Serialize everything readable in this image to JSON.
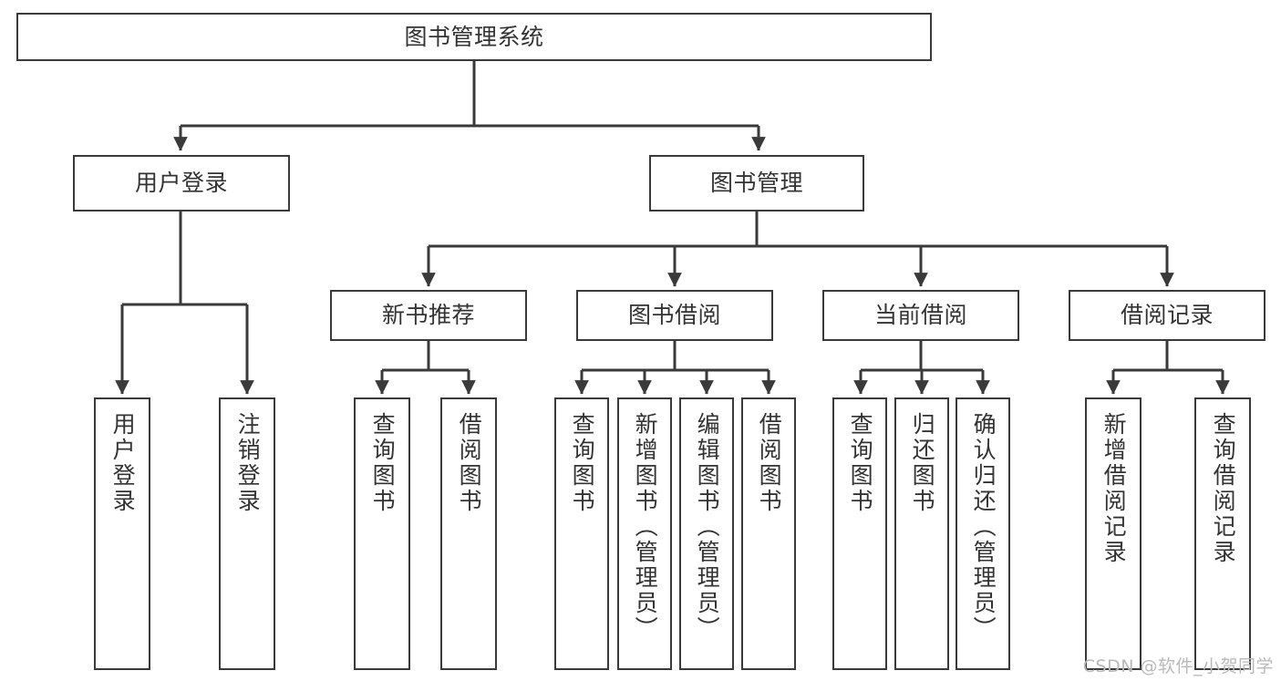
{
  "diagram": {
    "title": "图书管理系统",
    "type": "tree",
    "watermark": "CSDN @软件_小贺同学",
    "colors": {
      "box_border": "#3a3a3a",
      "box_fill": "#ffffff",
      "text": "#333333",
      "connector": "#3a3a3a",
      "watermark": "#b9b9b9",
      "background": "#ffffff"
    },
    "levels": {
      "root": {
        "label": "图书管理系统"
      },
      "level2": [
        {
          "id": "user-login",
          "label": "用户登录"
        },
        {
          "id": "book-manage",
          "label": "图书管理"
        }
      ],
      "level3": [
        {
          "id": "new-book-rec",
          "label": "新书推荐",
          "parent": "book-manage"
        },
        {
          "id": "book-borrow",
          "label": "图书借阅",
          "parent": "book-manage"
        },
        {
          "id": "current-borrow",
          "label": "当前借阅",
          "parent": "book-manage"
        },
        {
          "id": "borrow-record",
          "label": "借阅记录",
          "parent": "book-manage"
        }
      ],
      "leaves": [
        {
          "id": "leaf-user-login",
          "label": "用户登录",
          "parent": "user-login"
        },
        {
          "id": "leaf-user-logout",
          "label": "注销登录",
          "parent": "user-login"
        },
        {
          "id": "leaf-rec-query-book",
          "label": "查询图书",
          "parent": "new-book-rec"
        },
        {
          "id": "leaf-rec-borrow-book",
          "label": "借阅图书",
          "parent": "new-book-rec"
        },
        {
          "id": "leaf-borrow-query-book",
          "label": "查询图书",
          "parent": "book-borrow"
        },
        {
          "id": "leaf-borrow-add-book",
          "label": "新增图书（管理员）",
          "parent": "book-borrow"
        },
        {
          "id": "leaf-borrow-edit-book",
          "label": "编辑图书（管理员）",
          "parent": "book-borrow"
        },
        {
          "id": "leaf-borrow-borrow-book",
          "label": "借阅图书",
          "parent": "book-borrow"
        },
        {
          "id": "leaf-current-query-book",
          "label": "查询图书",
          "parent": "current-borrow"
        },
        {
          "id": "leaf-current-return-book",
          "label": "归还图书",
          "parent": "current-borrow"
        },
        {
          "id": "leaf-current-confirm-return",
          "label": "确认归还（管理员）",
          "parent": "current-borrow"
        },
        {
          "id": "leaf-record-add",
          "label": "新增借阅记录",
          "parent": "borrow-record"
        },
        {
          "id": "leaf-record-query",
          "label": "查询借阅记录",
          "parent": "borrow-record"
        }
      ]
    }
  }
}
